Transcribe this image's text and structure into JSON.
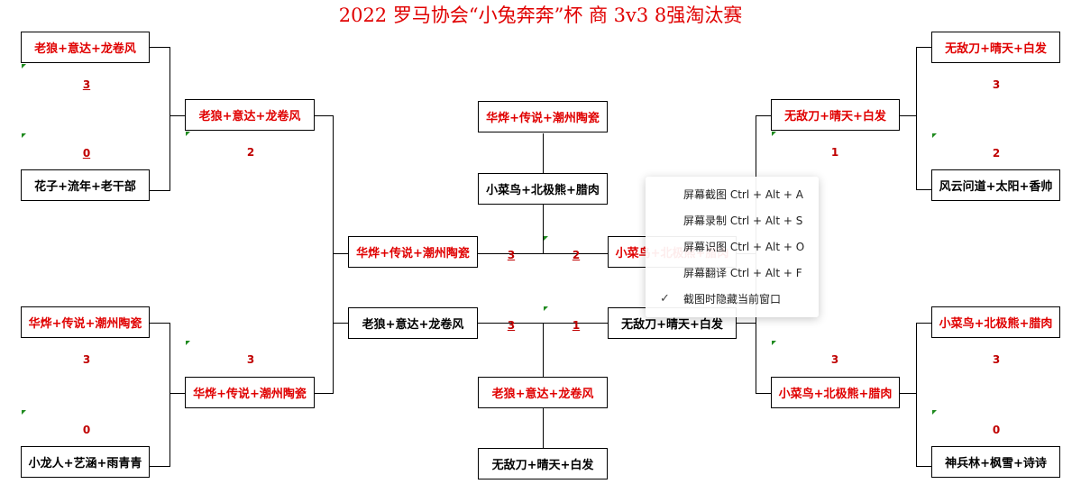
{
  "title": "2022 罗马协会“小兔奔奔”杯 商 3v3 8强淘汰赛",
  "colors": {
    "winner_text": "#e00000",
    "score_text": "#c00000",
    "flag": "#1f8a1f",
    "line": "#000000"
  },
  "left": {
    "r1_top_winner": "老狼+意达+龙卷风",
    "r1_top_loser": "花子+流年+老干部",
    "r1_top_score_winner": "3",
    "r1_top_score_loser": "0",
    "r1_bottom_winner": "华烨+传说+潮州陶瓷",
    "r1_bottom_loser": "小龙人+艺涵+雨青青",
    "r1_bottom_score_winner": "3",
    "r1_bottom_score_loser": "0",
    "r2_top": "老狼+意达+龙卷风",
    "r2_top_score": "2",
    "r2_bottom": "华烨+传说+潮州陶瓷",
    "r2_bottom_score": "3"
  },
  "right": {
    "r1_top_winner": "无敌刀+晴天+白发",
    "r1_top_loser": "风云问道+太阳+香帅",
    "r1_top_score_winner": "3",
    "r1_top_score_loser": "2",
    "r1_bottom_winner": "小菜鸟+北极熊+腊肉",
    "r1_bottom_loser": "神兵林+枫雪+诗诗",
    "r1_bottom_score_winner": "3",
    "r1_bottom_score_loser": "0",
    "r2_top": "无敌刀+晴天+白发",
    "r2_top_score": "1",
    "r2_bottom": "小菜鸟+北极熊+腊肉",
    "r2_bottom_score": "3"
  },
  "center": {
    "semi_left_top": "华烨+传说+潮州陶瓷",
    "semi_left_bottom": "老狼+意达+龙卷风",
    "semi_right_top": "小菜鸟+北极熊+腊肉",
    "semi_right_bottom": "无敌刀+晴天+白发",
    "final_score_left": "3",
    "final_score_right": "2",
    "third_score_left": "3",
    "third_score_right": "1",
    "champion": "华烨+传说+潮州陶瓷",
    "runner_up": "小菜鸟+北极熊+腊肉",
    "third_place": "老狼+意达+龙卷风",
    "fourth_place": "无敌刀+晴天+白发"
  },
  "context_menu": {
    "items": [
      {
        "label": "屏幕截图 Ctrl + Alt + A"
      },
      {
        "label": "屏幕录制 Ctrl + Alt + S"
      },
      {
        "label": "屏幕识图 Ctrl + Alt + O"
      },
      {
        "label": "屏幕翻译 Ctrl + Alt + F"
      },
      {
        "label": "截图时隐藏当前窗口",
        "checked": true
      }
    ],
    "check_icon": "check-icon"
  }
}
